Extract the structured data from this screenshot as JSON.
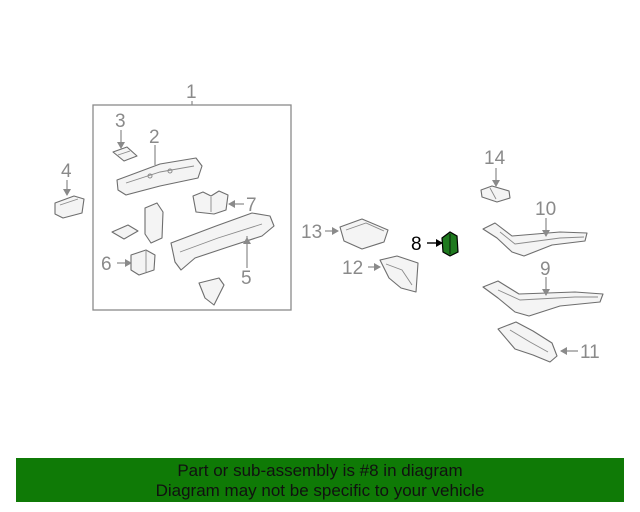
{
  "diagram": {
    "callouts": [
      {
        "id": "1",
        "label": "1"
      },
      {
        "id": "2",
        "label": "2"
      },
      {
        "id": "3",
        "label": "3"
      },
      {
        "id": "4",
        "label": "4"
      },
      {
        "id": "5",
        "label": "5"
      },
      {
        "id": "6",
        "label": "6"
      },
      {
        "id": "7",
        "label": "7"
      },
      {
        "id": "8",
        "label": "8",
        "highlighted": true
      },
      {
        "id": "9",
        "label": "9"
      },
      {
        "id": "10",
        "label": "10"
      },
      {
        "id": "11",
        "label": "11"
      },
      {
        "id": "12",
        "label": "12"
      },
      {
        "id": "13",
        "label": "13"
      },
      {
        "id": "14",
        "label": "14"
      }
    ],
    "highlight_color": "#1f7a1f"
  },
  "banner": {
    "line1": "Part or sub-assembly is #8 in diagram",
    "line2": "Diagram may not be specific to your vehicle",
    "background": "#0f7a06"
  }
}
